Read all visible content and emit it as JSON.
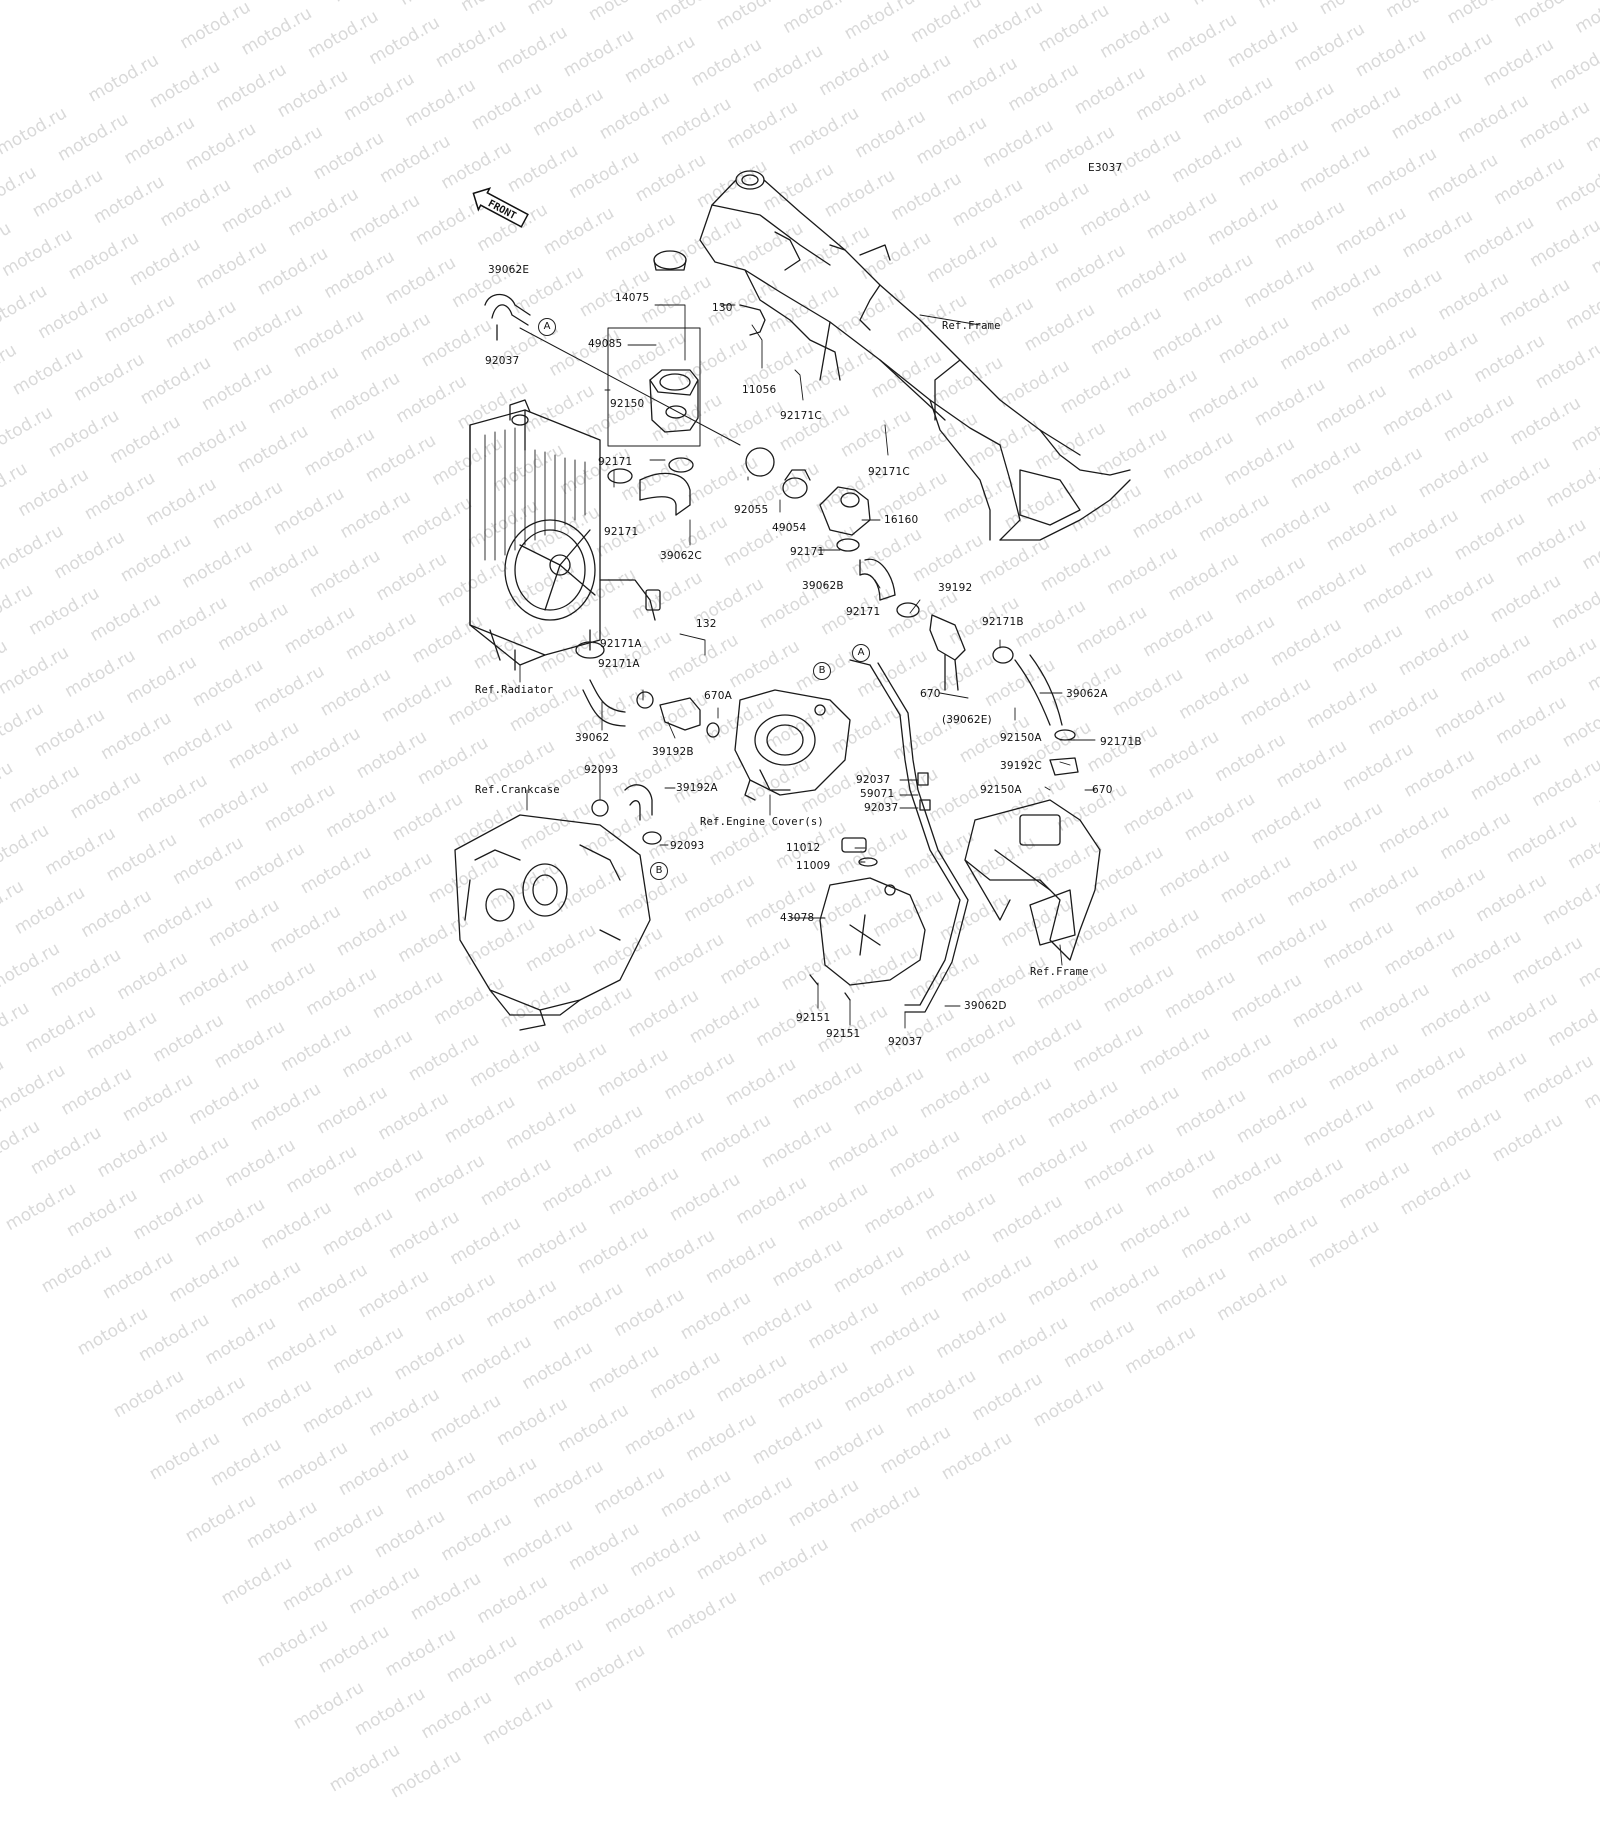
{
  "diagram_code": "E3037",
  "watermark_text": "motod.ru",
  "front_label": "FRONT",
  "refs": {
    "frame_top": "Ref.Frame",
    "radiator": "Ref.Radiator",
    "crankcase": "Ref.Crankcase",
    "engine_cover": "Ref.Engine Cover(s)",
    "frame_bottom": "Ref.Frame"
  },
  "circle_markers": {
    "a_top": "A",
    "a_mid": "A",
    "b_top": "B",
    "b_bottom": "B"
  },
  "parts": {
    "p_39062E": "39062E",
    "p_92037_top": "92037",
    "p_14075": "14075",
    "p_49085": "49085",
    "p_130": "130",
    "p_11056": "11056",
    "p_92171C_a": "92171C",
    "p_92171C_b": "92171C",
    "p_92150": "92150",
    "p_92171_a": "92171",
    "p_92171_b": "92171",
    "p_92055": "92055",
    "p_49054": "49054",
    "p_16160": "16160",
    "p_39062C": "39062C",
    "p_92171_c": "92171",
    "p_39062B": "39062B",
    "p_39192": "39192",
    "p_92171_d": "92171",
    "p_92171B_a": "92171B",
    "p_132": "132",
    "p_92171A_a": "92171A",
    "p_92171A_b": "92171A",
    "p_670A": "670A",
    "p_670_a": "670",
    "p_39062E_paren": "(39062E)",
    "p_39062A": "39062A",
    "p_92150A_a": "92150A",
    "p_92171B_b": "92171B",
    "p_39062": "39062",
    "p_39192B": "39192B",
    "p_39192C": "39192C",
    "p_92150A_b": "92150A",
    "p_670_b": "670",
    "p_92093_a": "92093",
    "p_39192A": "39192A",
    "p_92037_b": "92037",
    "p_59071": "59071",
    "p_92037_c": "92037",
    "p_92093_b": "92093",
    "p_11012": "11012",
    "p_11009": "11009",
    "p_43078": "43078",
    "p_92151_a": "92151",
    "p_92151_b": "92151",
    "p_92037_d": "92037",
    "p_39062D": "39062D"
  }
}
